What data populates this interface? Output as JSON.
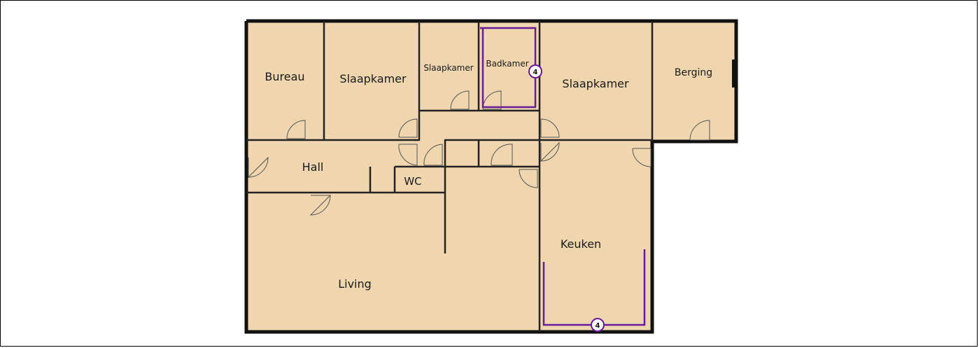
{
  "rooms": {
    "bureau": "Bureau",
    "slaapkamer_1": "Slaapkamer",
    "slaapkamer_2": "Slaapkamer",
    "badkamer": "Badkamer",
    "slaapkamer_3": "Slaapkamer",
    "berging": "Berging",
    "hall": "Hall",
    "wc": "WC",
    "keuken": "Keuken",
    "living": "Living"
  },
  "markers": {
    "badkamer_marker": "4",
    "keuken_marker": "4"
  },
  "colors": {
    "floor": "#F0D6AE",
    "wall": "#111111",
    "accent": "#6A1B9A"
  }
}
